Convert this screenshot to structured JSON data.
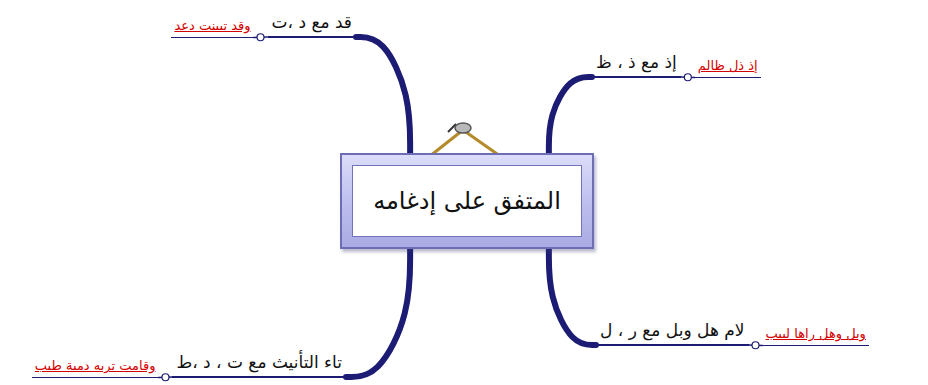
{
  "diagram": {
    "nodes": [
      {
        "text": [
          "المتفق على إدغامه"
        ]
      },
      {
        "text": [
          "إذ مع ذ ، ظ"
        ]
      },
      {
        "text": [
          "إذ ذل ظالم"
        ]
      },
      {
        "text": [
          "قد مع د ،ت"
        ]
      },
      {
        "text": [
          "وقد تبينت دعد"
        ]
      },
      {
        "text": [
          "لام هل وبل مع ر ، ل"
        ]
      },
      {
        "text": [
          "وبل وهل راها لبيب"
        ]
      },
      {
        "text": [
          "تاء التأنيث مع ت ، د ،ط"
        ]
      },
      {
        "text": [
          "وقامت تربه دمية طيب"
        ]
      }
    ],
    "edges": [
      {
        "from": 0,
        "to": 1,
        "arrow": "none"
      },
      {
        "from": 1,
        "to": 2,
        "arrow": "none"
      },
      {
        "from": 0,
        "to": 3,
        "arrow": "none"
      },
      {
        "from": 3,
        "to": 4,
        "arrow": "none"
      },
      {
        "from": 0,
        "to": 5,
        "arrow": "none"
      },
      {
        "from": 5,
        "to": 6,
        "arrow": "none"
      },
      {
        "from": 0,
        "to": 7,
        "arrow": "none"
      },
      {
        "from": 7,
        "to": 8,
        "arrow": "none"
      }
    ]
  }
}
